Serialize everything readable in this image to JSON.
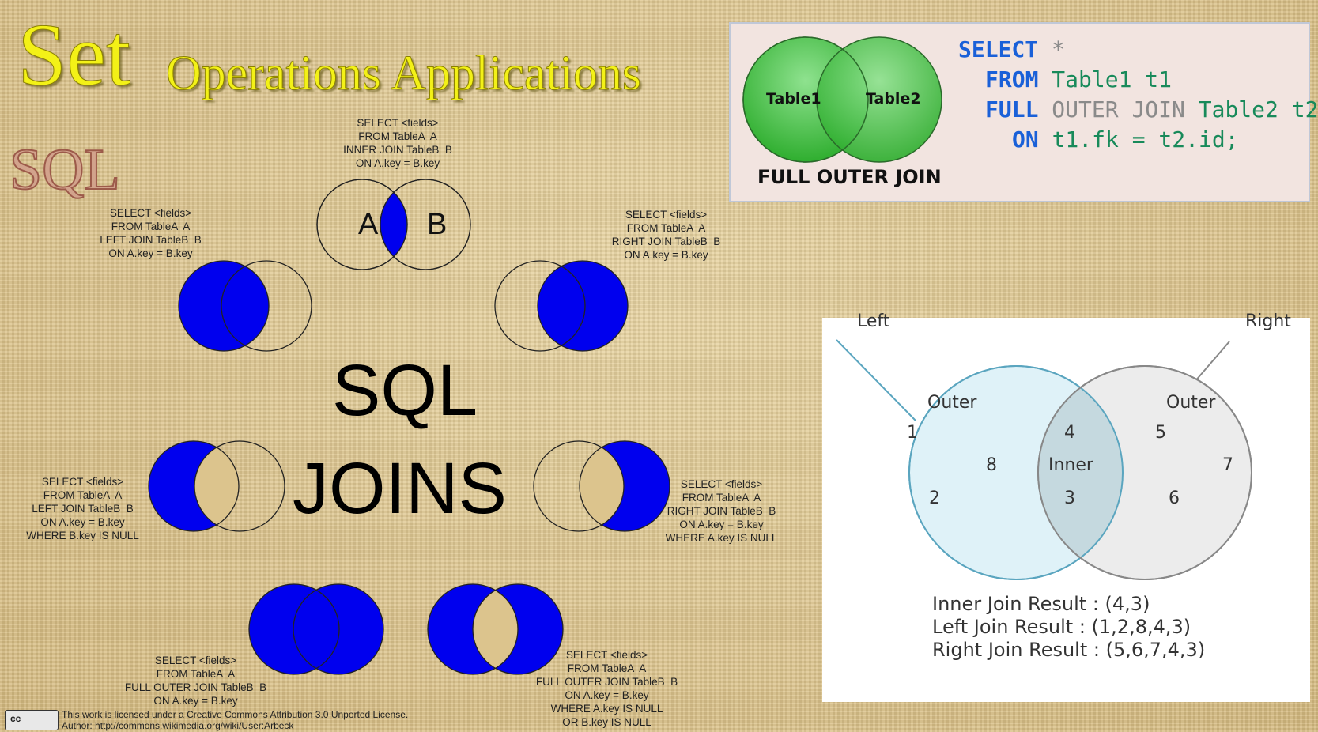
{
  "title": {
    "set": "Set",
    "rest": "Operations Applications"
  },
  "sql_logo": "SQL",
  "center": {
    "line1": "SQL",
    "line2": "JOINS"
  },
  "venn_letters": {
    "a": "A",
    "b": "B"
  },
  "snippets": {
    "inner": "SELECT <fields>\nFROM TableA  A\nINNER JOIN TableB  B\nON A.key = B.key",
    "left": "SELECT <fields>\nFROM TableA  A\nLEFT JOIN TableB  B\nON A.key = B.key",
    "right": "SELECT <fields>\nFROM TableA  A\nRIGHT JOIN TableB  B\nON A.key = B.key",
    "left_excl": "SELECT <fields>\nFROM TableA  A\nLEFT JOIN TableB  B\nON A.key = B.key\nWHERE B.key IS NULL",
    "right_excl": "SELECT <fields>\nFROM TableA  A\nRIGHT JOIN TableB  B\nON A.key = B.key\nWHERE A.key IS NULL",
    "full": "SELECT <fields>\nFROM TableA  A\nFULL OUTER JOIN TableB  B\nON A.key = B.key",
    "full_excl": "SELECT <fields>\nFROM TableA  A\nFULL OUTER JOIN TableB  B\nON A.key = B.key\nWHERE A.key IS NULL\nOR B.key IS NULL"
  },
  "license": {
    "cc": "cc",
    "text": "This work is licensed under a Creative Commons Attribution 3.0 Unported License.\nAuthor: http://commons.wikimedia.org/wiki/User:Arbeck"
  },
  "code_panel": {
    "table1": "Table1",
    "table2": "Table2",
    "caption": "FULL OUTER JOIN",
    "l1_kw": "SELECT",
    "l1_rest": " *",
    "l2_kw": "FROM",
    "l2_rest": " Table1 t1",
    "l3_kw": "FULL",
    "l3_gr": " OUTER JOIN",
    "l3_rest": " Table2 t2",
    "l4_kw": "ON",
    "l4_rest": " t1.fk = t2.id;",
    "colors": {
      "keyword": "#1a60d8",
      "identifier": "#188a5a",
      "circle_green": "#3fbf3f"
    }
  },
  "venn_numbers": {
    "left_label": "Left",
    "right_label": "Right",
    "outer_left": "Outer",
    "outer_right": "Outer",
    "inner": "Inner",
    "n1": "1",
    "n8": "8",
    "n2": "2",
    "n4": "4",
    "n3": "3",
    "n5": "5",
    "n7": "7",
    "n6": "6",
    "results": [
      "Inner Join Result : (4,3)",
      "Left Join Result : (1,2,8,4,3)",
      "Right Join Result : (5,6,7,4,3)"
    ]
  },
  "colors": {
    "title_yellow": "#f3f117",
    "venn_blue": "#0000ee",
    "left_light": "#dff2f8",
    "right_light": "#ececec"
  }
}
